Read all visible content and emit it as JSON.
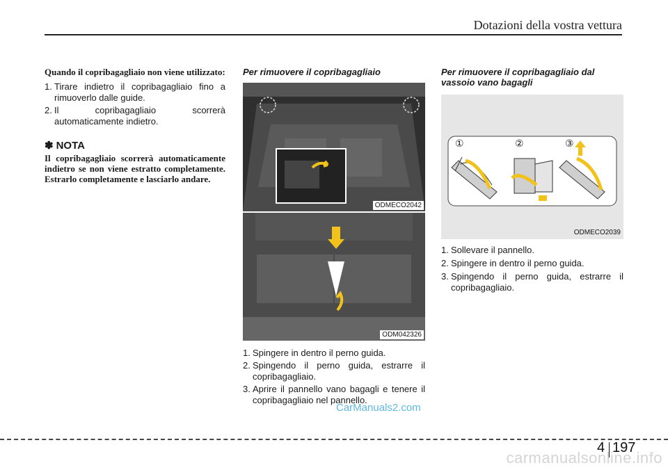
{
  "header": {
    "title": "Dotazioni della vostra vettura"
  },
  "column1": {
    "heading": "Quando il copribagagliaio non viene utilizzato:",
    "steps": [
      {
        "num": "1.",
        "text": "Tirare indietro il copribagagliaio fino a rimuoverlo dalle guide."
      },
      {
        "num": "2.",
        "text": "Il copribagagliaio scorrerà automaticamente indietro."
      }
    ],
    "note_symbol": "✽",
    "note_title": "NOTA",
    "note_text": "Il copribagagliaio scorrerà automaticamente indietro se non viene estratto completamente. Estrarlo completamente e lasciarlo andare."
  },
  "column2": {
    "title": "Per rimuovere il copribagagliaio",
    "image1_code": "ODMECO2042",
    "image2_code": "ODM042326",
    "steps": [
      {
        "num": "1.",
        "text": "Spingere in dentro il perno guida."
      },
      {
        "num": "2.",
        "text": "Spingendo il perno guida, estrarre il copribagagliaio."
      },
      {
        "num": "3.",
        "text": "Aprire il pannello vano bagagli e tenere il copribagagliaio nel pannello."
      }
    ]
  },
  "column3": {
    "title": "Per rimuovere il copribagagliaio dal vassoio vano bagagli",
    "image_code": "ODMECO2039",
    "callouts": [
      "①",
      "②",
      "③"
    ],
    "steps": [
      {
        "num": "1.",
        "text": "Sollevare il pannello."
      },
      {
        "num": "2.",
        "text": "Spingere in dentro il perno guida."
      },
      {
        "num": "3.",
        "text": "Spingendo il perno guida, estrarre il copribagagliaio."
      }
    ]
  },
  "watermark": "CarManuals2.com",
  "footer": {
    "section": "4",
    "page": "197",
    "brand": "carmanualsonline.info"
  },
  "colors": {
    "arrow_yellow": "#f2c21b",
    "watermark_blue": "#5fb8e3"
  }
}
